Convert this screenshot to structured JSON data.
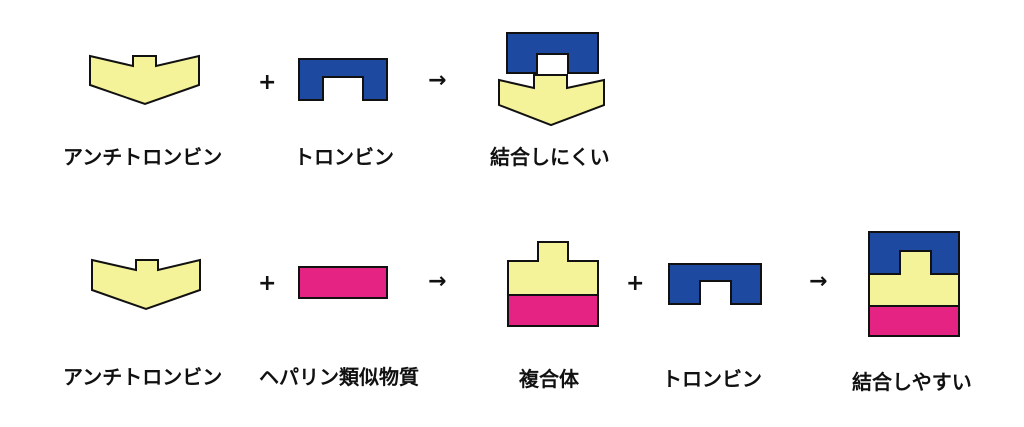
{
  "colors": {
    "antithrombin": "#f5f39a",
    "thrombin": "#1d4aa0",
    "heparin": "#e42383",
    "stroke": "#111111"
  },
  "symbols": {
    "plus": "+",
    "arrow": "→"
  },
  "row1": {
    "antithrombin_label": "アンチトロンビン",
    "thrombin_label": "トロンビン",
    "result_label": "結合しにくい"
  },
  "row2": {
    "antithrombin_label": "アンチトロンビン",
    "heparin_label": "ヘパリン類似物質",
    "complex_label": "複合体",
    "thrombin_label": "トロンビン",
    "result_label": "結合しやすい"
  }
}
